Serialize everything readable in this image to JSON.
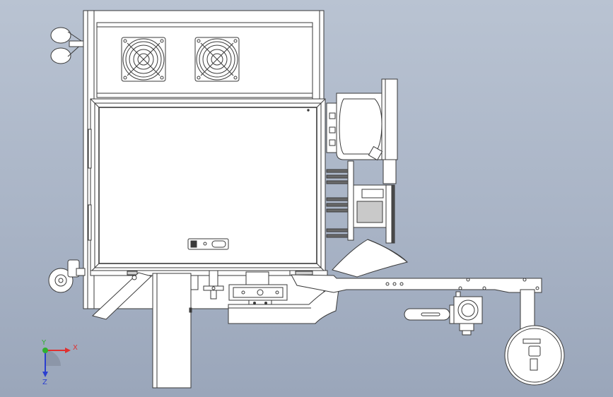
{
  "triad": {
    "x_label": "X",
    "y_label": "Y",
    "z_label": "Z",
    "x_color": "#e03030",
    "y_color": "#2fb02f",
    "z_color": "#2a3fd0"
  },
  "colors": {
    "background_top": "#b9c3d2",
    "background_bottom": "#9aa6ba",
    "part_fill": "#ffffff",
    "edge": "#3a3a3a"
  },
  "icons": [
    "fan-icon",
    "fan-icon",
    "caster-wheel-icon",
    "wheel-icon",
    "lock-switch-icon",
    "coordinate-triad-icon"
  ]
}
